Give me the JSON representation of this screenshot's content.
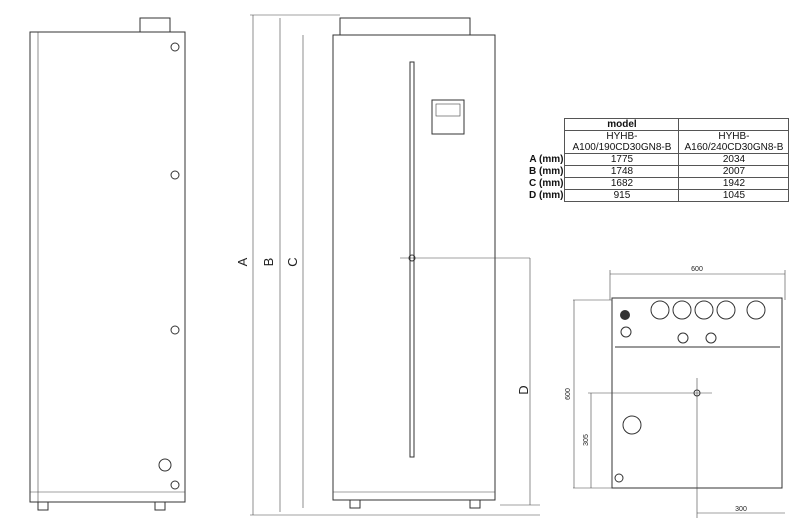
{
  "dimension_labels": {
    "a": "A",
    "b": "B",
    "c": "C",
    "d": "D",
    "top_width": "600",
    "side_depth": "600",
    "pipe_height": "305",
    "pipe_offset": "300"
  },
  "table": {
    "header": "model",
    "models": [
      "HYHB-\nA100/190CD30GN8-B",
      "HYHB-\nA160/240CD30GN8-B"
    ],
    "model_lines": [
      [
        "HYHB-",
        "A100/190CD30GN8-B"
      ],
      [
        "HYHB-",
        "A160/240CD30GN8-B"
      ]
    ],
    "rows": [
      {
        "label": "A (mm)",
        "values": [
          "1775",
          "2034"
        ]
      },
      {
        "label": "B (mm)",
        "values": [
          "1748",
          "2007"
        ]
      },
      {
        "label": "C (mm)",
        "values": [
          "1682",
          "1942"
        ]
      },
      {
        "label": "D (mm)",
        "values": [
          "915",
          "1045"
        ]
      }
    ]
  }
}
